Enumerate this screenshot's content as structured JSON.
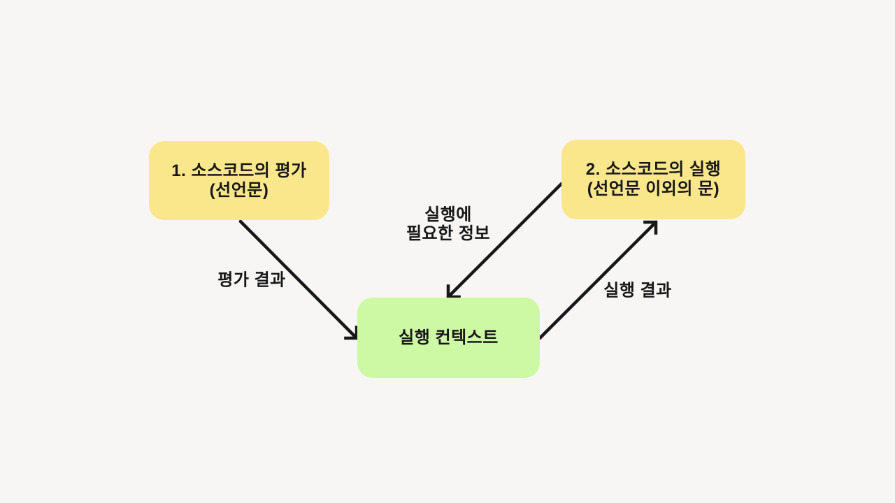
{
  "diagram": {
    "nodes": {
      "evaluation": {
        "line1": "1. 소스코드의 평가",
        "line2": "(선언문)"
      },
      "execution": {
        "line1": "2. 소스코드의 실행",
        "line2": "(선언문 이외의 문)"
      },
      "execution_context": {
        "label": "실행 컨텍스트"
      }
    },
    "edge_labels": {
      "evaluation_result": "평가 결과",
      "execution_info": {
        "line1": "실행에",
        "line2": "필요한 정보"
      },
      "execution_result": "실행 결과"
    },
    "colors": {
      "background": "#F7F6F5",
      "node_yellow": "#FAE78C",
      "node_green": "#CDF8A4",
      "arrow": "#171717",
      "text": "#171717"
    }
  }
}
